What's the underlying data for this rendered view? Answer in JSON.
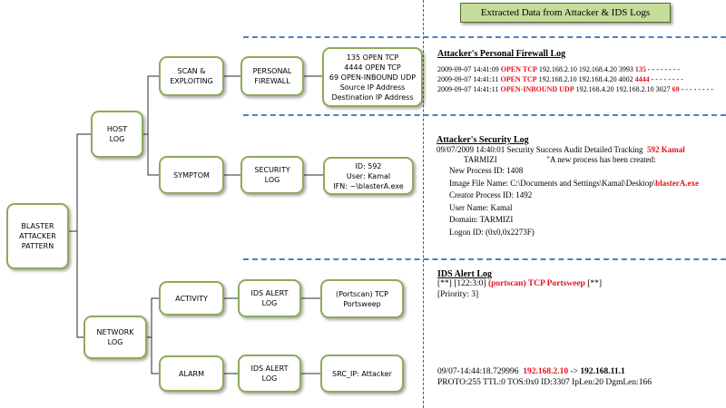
{
  "header": {
    "title": "Extracted Data from Attacker & IDS Logs"
  },
  "diagram": {
    "root": {
      "lines": [
        "BLASTER",
        "ATTACKER",
        "PATTERN"
      ]
    },
    "host_log": {
      "lines": [
        "HOST",
        "LOG"
      ]
    },
    "network_log": {
      "lines": [
        "NETWORK",
        "LOG"
      ]
    },
    "scan_exploiting": {
      "lines": [
        "SCAN &",
        "EXPLOITING"
      ]
    },
    "symptom": {
      "lines": [
        "SYMPTOM"
      ]
    },
    "activity": {
      "lines": [
        "ACTIVITY"
      ]
    },
    "alarm": {
      "lines": [
        "ALARM"
      ]
    },
    "personal_firewall": {
      "lines": [
        "PERSONAL",
        "FIREWALL"
      ]
    },
    "security_log": {
      "lines": [
        "SECURITY",
        "LOG"
      ]
    },
    "ids_alert_log_1": {
      "lines": [
        "IDS ALERT",
        "LOG"
      ]
    },
    "ids_alert_log_2": {
      "lines": [
        "IDS ALERT",
        "LOG"
      ]
    },
    "firewall_details": {
      "lines": [
        "135 OPEN TCP",
        "4444 OPEN TCP",
        "69 OPEN-INBOUND UDP",
        "Source IP Address",
        "Destination IP Address"
      ]
    },
    "security_details": {
      "lines": [
        "ID: 592",
        "User: Kamal",
        "IFN: ~\\blasterA.exe"
      ]
    },
    "portscan_details": {
      "lines": [
        "(Portscan) TCP",
        "Portsweep"
      ]
    },
    "src_ip_details": {
      "lines": [
        "SRC_IP: Attacker"
      ]
    }
  },
  "firewall_log": {
    "title": "Attacker's Personal Firewall Log",
    "rows": [
      {
        "timestamp": "2009-09-07 14:41:09",
        "action": "OPEN TCP",
        "ips": "192.168.2.10 192.168.4.20 3993",
        "port": "135",
        "tail": "- - - - - - - -"
      },
      {
        "timestamp": "2009-09-07 14:41:11",
        "action": "OPEN TCP",
        "ips": "192.168.2.10 192.168.4.20 4002",
        "port": "4444",
        "tail": "- - - - - - - -"
      },
      {
        "timestamp": "2009-09-07 14:41:11",
        "action": "OPEN-INBOUND UDP",
        "ips": "192.168.4.20 192.168.2.10 3027",
        "port": "69",
        "tail": "- - - - - - - -"
      }
    ]
  },
  "security_log": {
    "title": "Attacker's Security Log",
    "line1": "09/07/2009 14:40:01 Security Success Audit Detailed Tracking",
    "event_id": "592",
    "user": "Kamal",
    "line2_domain": "TARMIZI",
    "line2_message": "\"A new process has been created:",
    "new_process_id": "New Process ID:   1408",
    "image_file_label": "Image File Name:   C:\\Documents and Settings\\Kamal\\Desktop\\",
    "image_file_exe": "blasterA.exe",
    "creator_process_id": "Creator Process ID: 1492",
    "user_name": "User Name: Kamal",
    "domain": "Domain:   TARMIZI",
    "logon_id": "Logon ID:   (0x0,0x2273F)"
  },
  "ids_log": {
    "title": "IDS Alert Log",
    "rule": "[**] [122:3:0]",
    "alert": "(portscan) TCP Portsweep",
    "rule_end": "[**]",
    "priority": "[Priority: 3]",
    "timestamp": "09/07-14:44:18.729996",
    "src_ip": "192.168.2.10",
    "arrow": "->",
    "dst_ip": "192.168.11.1",
    "proto_line": "PROTO:255 TTL:0 TOS:0x0 ID:3307 IpLen:20 DgmLen:166"
  }
}
